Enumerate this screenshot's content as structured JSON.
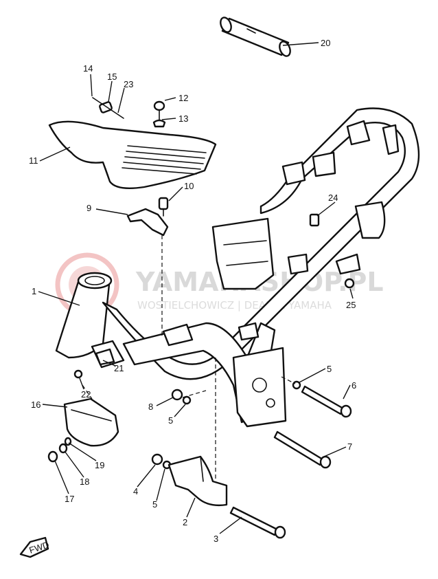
{
  "watermark": {
    "brand": "YAMAHASHOP.PL",
    "tagline": "WOSTIELCHOWICZ | DEALER YAMAHA"
  },
  "fwd_badge": "FWD",
  "callouts": [
    {
      "id": "c20",
      "label": "20"
    },
    {
      "id": "c14",
      "label": "14"
    },
    {
      "id": "c15",
      "label": "15"
    },
    {
      "id": "c23",
      "label": "23"
    },
    {
      "id": "c12",
      "label": "12"
    },
    {
      "id": "c13",
      "label": "13"
    },
    {
      "id": "c11",
      "label": "11"
    },
    {
      "id": "c10",
      "label": "10"
    },
    {
      "id": "c9",
      "label": "9"
    },
    {
      "id": "c24",
      "label": "24"
    },
    {
      "id": "c1",
      "label": "1"
    },
    {
      "id": "c25",
      "label": "25"
    },
    {
      "id": "c21",
      "label": "21"
    },
    {
      "id": "c22",
      "label": "22"
    },
    {
      "id": "c5a",
      "label": "5"
    },
    {
      "id": "c6",
      "label": "6"
    },
    {
      "id": "c8",
      "label": "8"
    },
    {
      "id": "c5b",
      "label": "5"
    },
    {
      "id": "c16",
      "label": "16"
    },
    {
      "id": "c7",
      "label": "7"
    },
    {
      "id": "c19",
      "label": "19"
    },
    {
      "id": "c18",
      "label": "18"
    },
    {
      "id": "c17",
      "label": "17"
    },
    {
      "id": "c4",
      "label": "4"
    },
    {
      "id": "c5c",
      "label": "5"
    },
    {
      "id": "c2",
      "label": "2"
    },
    {
      "id": "c3",
      "label": "3"
    }
  ]
}
